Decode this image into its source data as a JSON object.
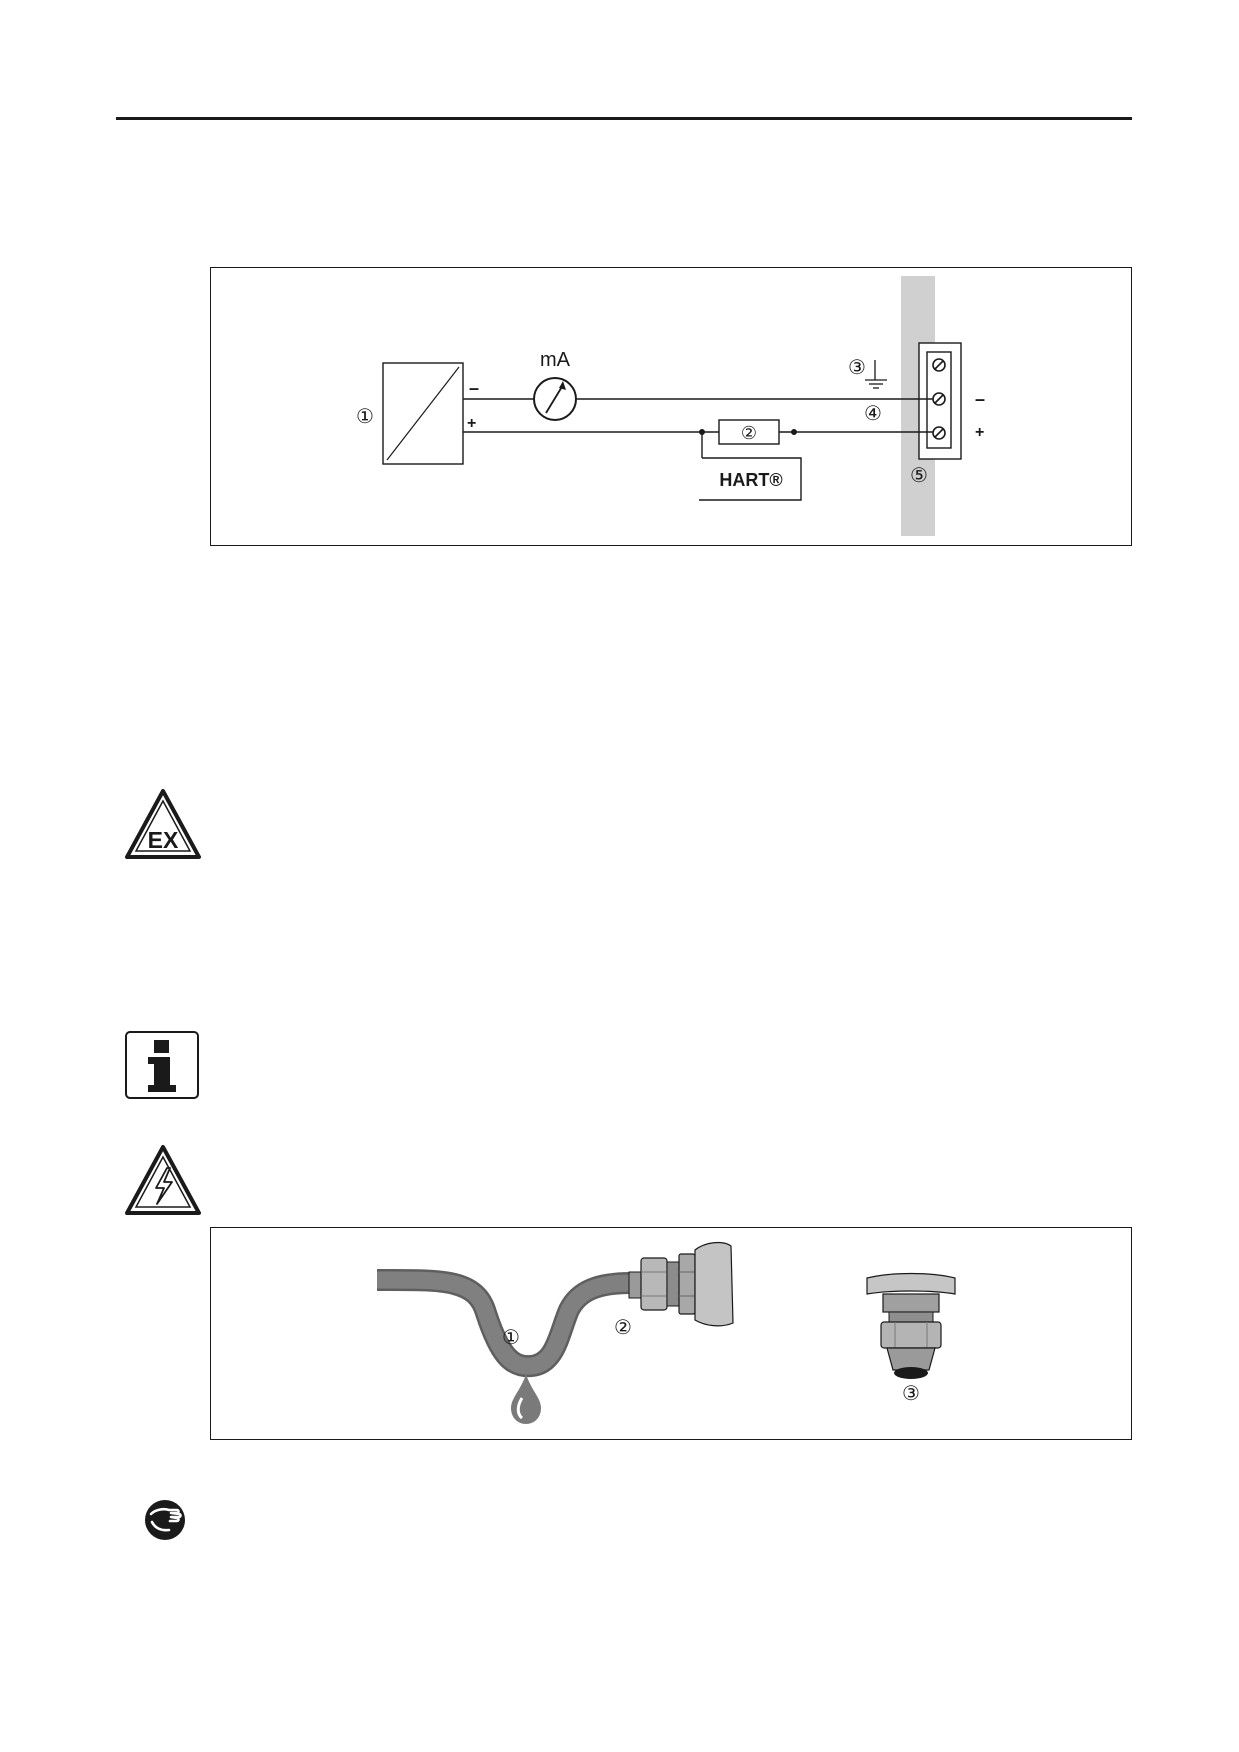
{
  "wiring_diagram": {
    "callouts": {
      "transmitter": "①",
      "resistor": "②",
      "ground": "③",
      "loop_cable": "④",
      "terminal_panel": "⑤"
    },
    "meter_unit": "mA",
    "hart_label": "HART®",
    "minus_sign": "–",
    "plus_sign": "+"
  },
  "cable_gland_diagram": {
    "callouts": {
      "drip_loop": "①",
      "gland_side": "②",
      "gland_bottom": "③"
    }
  },
  "icons": {
    "ex_warning": "ex-warning-icon",
    "info": "information-icon",
    "electrical_hazard": "electrical-hazard-icon",
    "handling_tip": "hand-tip-icon"
  },
  "colors": {
    "ink": "#1a1a1a",
    "panel_gray": "#d0d0d0",
    "cable_gray": "#7a7a7a"
  }
}
